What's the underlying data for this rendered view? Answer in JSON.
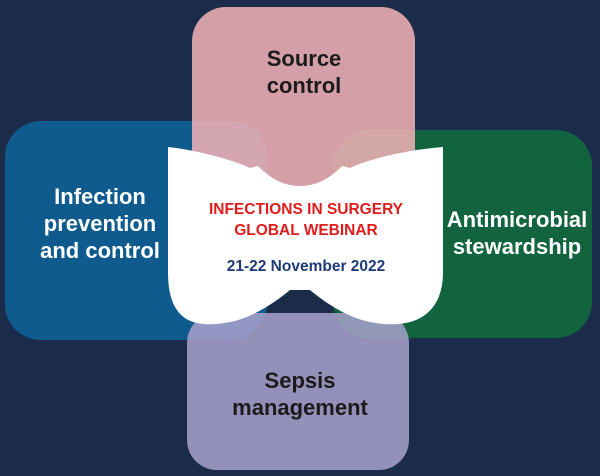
{
  "colors": {
    "background": "#1b2c4b",
    "source_control": "#f4b2b8",
    "infection_prevention": "#0f5b8e",
    "antimicrobial": "#12643f",
    "sepsis": "#8e87b3",
    "center": "#ffffff",
    "title_red": "#e01b1b",
    "date_blue": "#1f3a78"
  },
  "boxes": {
    "top": {
      "lines": [
        "Source",
        "control"
      ]
    },
    "left": {
      "lines": [
        "Infection",
        "prevention",
        "and control"
      ]
    },
    "right": {
      "lines": [
        "Antimicrobial",
        "stewardship"
      ]
    },
    "bottom": {
      "lines": [
        "Sepsis",
        "management"
      ]
    }
  },
  "center": {
    "title_lines": [
      "INFECTIONS IN SURGERY",
      "GLOBAL WEBINAR"
    ],
    "dates": "21-22 November 2022"
  }
}
